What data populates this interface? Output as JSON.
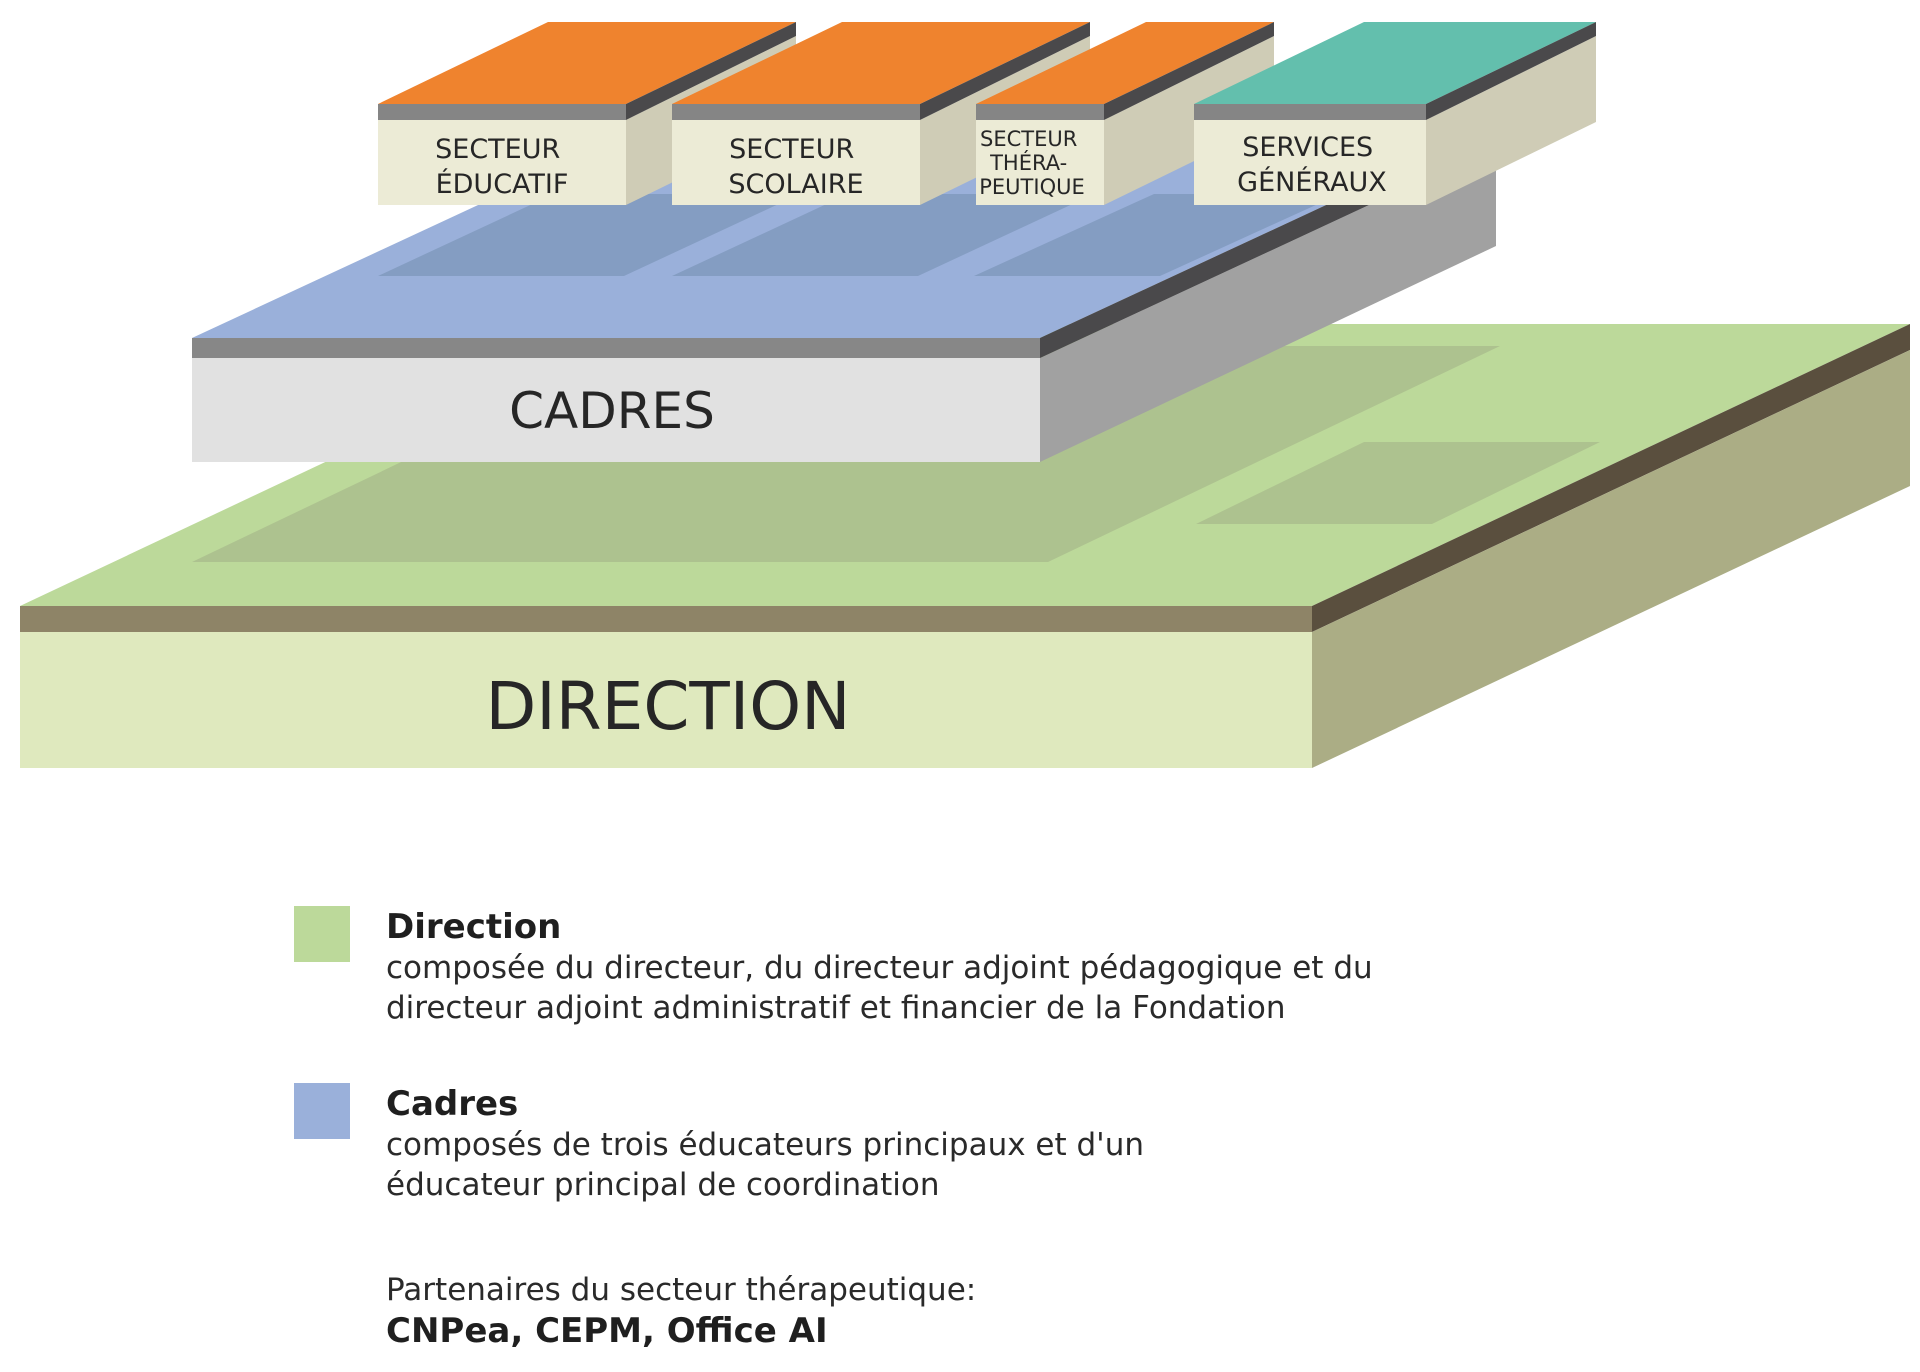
{
  "diagram": {
    "layers": {
      "direction": {
        "label": "DIRECTION"
      },
      "cadres": {
        "label": "CADRES"
      },
      "sectors": [
        {
          "lines": [
            "SECTEUR",
            "ÉDUCATIF"
          ]
        },
        {
          "lines": [
            "SECTEUR",
            "SCOLAIRE"
          ]
        },
        {
          "lines": [
            "SECTEUR",
            "THÉRA-",
            "PEUTIQUE"
          ]
        },
        {
          "lines": [
            "SERVICES",
            "GÉNÉRAUX"
          ]
        }
      ]
    },
    "colors": {
      "direction_top": "#bcd99a",
      "direction_front": "#dfe9be",
      "direction_side": "#abad85",
      "direction_stripe": "#8e8467",
      "direction_stripe_side": "#5a4f3e",
      "direction_inset": "#adc28f",
      "cadres_top": "#9ab0da",
      "cadres_front": "#e1e1e1",
      "cadres_side": "#a1a1a1",
      "cadres_stripe": "#878787",
      "cadres_stripe_side": "#4a494b",
      "cadres_inset": "#849dc2",
      "sector_top": "#ef832e",
      "services_top": "#63bfad",
      "sector_front": "#ecebd6",
      "sector_side": "#cfccb6",
      "sector_stripe": "#858585",
      "sector_stripe_side": "#4a494b"
    }
  },
  "legend": {
    "direction": {
      "title": "Direction",
      "line1": "composée du directeur, du directeur adjoint pédagogique et du",
      "line2": "directeur adjoint administratif et financier de la Fondation",
      "color": "#bcd99a"
    },
    "cadres": {
      "title": "Cadres",
      "line1": "composés de trois éducateurs principaux et d'un",
      "line2": "éducateur principal de coordination",
      "color": "#9ab0da"
    }
  },
  "partners": {
    "label": "Partenaires du secteur thérapeutique:",
    "list": "CNPea, CEPM, Office AI"
  }
}
